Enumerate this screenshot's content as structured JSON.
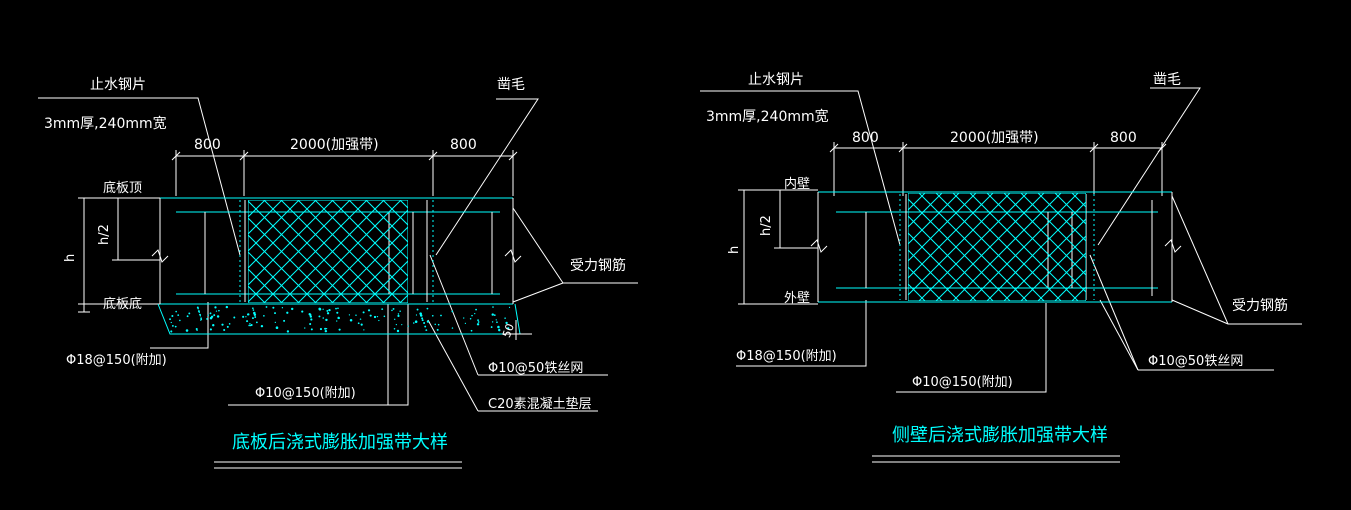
{
  "left": {
    "title": "底板后浇式膨胀加强带大样",
    "waterstop_name": "止水钢片",
    "waterstop_spec": "3mm厚,240mm宽",
    "chisel": "凿毛",
    "dim_left": "800",
    "dim_mid": "2000(加强带)",
    "dim_right": "800",
    "top_face": "底板顶",
    "bottom_face": "底板底",
    "h_half": "h/2",
    "h": "h",
    "main_bar": "受力钢筋",
    "mesh": "Φ10@50铁丝网",
    "bar18": "Φ18@150(附加)",
    "bar10": "Φ10@150(附加)",
    "cushion": "C20素混凝土垫层",
    "dim_50": "50"
  },
  "right": {
    "title": "侧壁后浇式膨胀加强带大样",
    "waterstop_name": "止水钢片",
    "waterstop_spec": "3mm厚,240mm宽",
    "chisel": "凿毛",
    "dim_left": "800",
    "dim_mid": "2000(加强带)",
    "dim_right": "800",
    "inner_wall": "内壁",
    "outer_wall": "外壁",
    "h_half": "h/2",
    "h": "h",
    "main_bar": "受力钢筋",
    "mesh": "Φ10@50铁丝网",
    "bar18": "Φ18@150(附加)",
    "bar10": "Φ10@150(附加)"
  },
  "colors": {
    "background": "#000000",
    "text": "#ffffff",
    "lines": "#00ffff"
  }
}
